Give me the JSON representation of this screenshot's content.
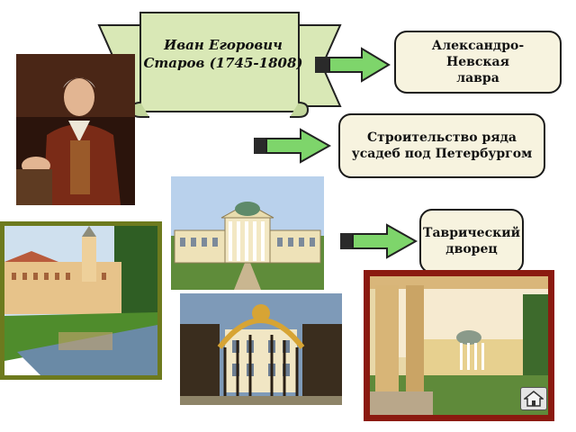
{
  "banner": {
    "title_line1": "Иван Егорович",
    "title_line2": "Старов (1745-1808)"
  },
  "boxes": {
    "lavra": {
      "line1": "Александро-Невская",
      "line2": "лавра"
    },
    "estates": {
      "line1": "Строительство ряда",
      "line2": "усадеб под Петербургом"
    },
    "palace": {
      "line1": "Таврический",
      "line2": "дворец"
    }
  },
  "colors": {
    "arrow_fill": "#7ed56b",
    "box_bg": "#f7f3df",
    "banner_fill": "#d9e8b6",
    "frame_olive": "#6d7a1e",
    "frame_red": "#8b1a10"
  },
  "icons": {
    "home": "home-icon",
    "arrows": "right-arrow-icon"
  }
}
